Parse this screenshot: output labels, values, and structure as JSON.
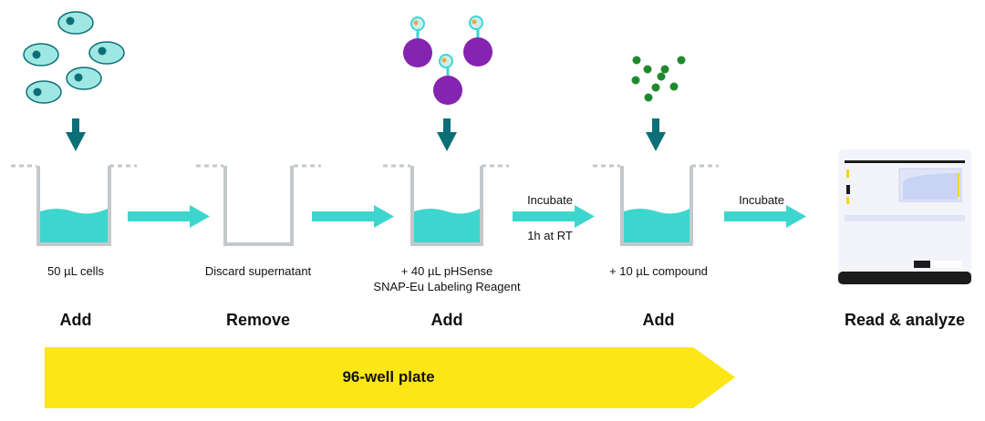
{
  "colors": {
    "teal": "#3dd6cf",
    "dark_teal": "#0c6f78",
    "cell_fill": "#9fe7e2",
    "purple": "#8424b0",
    "green": "#1f8a2d",
    "yellow": "#fde615",
    "gray": "#c4c8cb"
  },
  "steps": [
    {
      "description": "50 µL cells",
      "action": "Add",
      "icon": "cells-icon"
    },
    {
      "description": "Discard supernatant",
      "action": "Remove"
    },
    {
      "description": "+ 40 µL pHSense",
      "description2": "SNAP-Eu Labeling Reagent",
      "action": "Add",
      "icon": "labeling-reagent-icon"
    },
    {
      "description": "+ 10 µL compound",
      "action": "Add",
      "icon": "compound-dots-icon"
    },
    {
      "action": "Read & analyze",
      "icon": "plate-reader-icon"
    }
  ],
  "incubations": [
    {
      "top": "Incubate",
      "bottom": "1h at RT"
    },
    {
      "top": "Incubate"
    }
  ],
  "banner": {
    "label": "96-well plate"
  }
}
